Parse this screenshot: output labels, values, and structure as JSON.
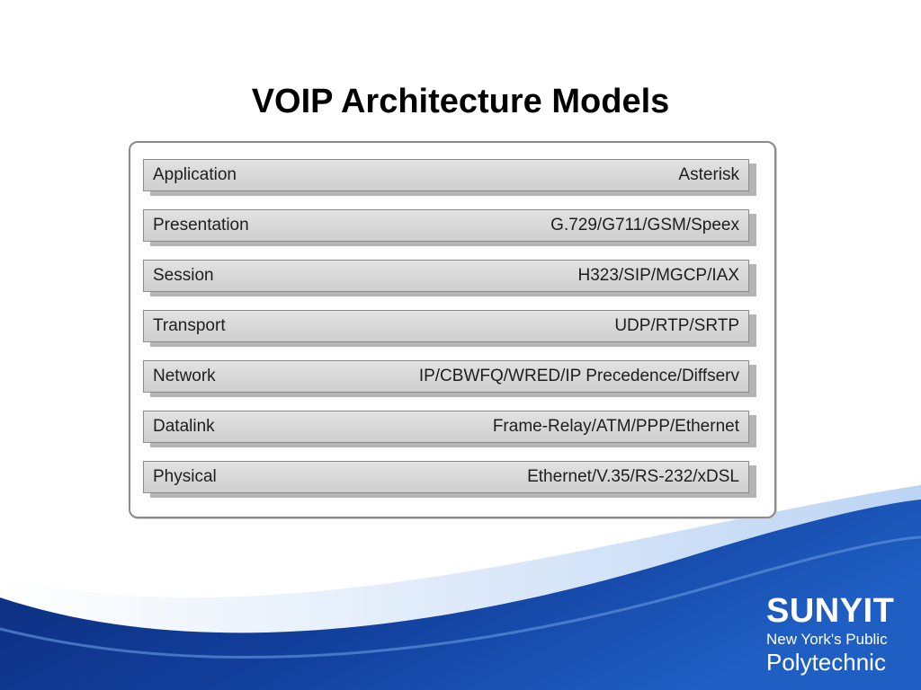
{
  "title": "VOIP Architecture Models",
  "layers": [
    {
      "name": "Application",
      "protocols": "Asterisk"
    },
    {
      "name": "Presentation",
      "protocols": "G.729/G711/GSM/Speex"
    },
    {
      "name": "Session",
      "protocols": "H323/SIP/MGCP/IAX"
    },
    {
      "name": "Transport",
      "protocols": "UDP/RTP/SRTP"
    },
    {
      "name": "Network",
      "protocols": "IP/CBWFQ/WRED/IP Precedence/Diffserv"
    },
    {
      "name": "Datalink",
      "protocols": "Frame-Relay/ATM/PPP/Ethernet"
    },
    {
      "name": "Physical",
      "protocols": "Ethernet/V.35/RS-232/xDSL"
    }
  ],
  "logo": {
    "main": "SUNYIT",
    "sub": "New York's Public",
    "tagline": "Polytechnic"
  },
  "colors": {
    "swoosh_dark": "#0b2a78",
    "swoosh_mid": "#1f5fc4",
    "swoosh_light": "#8fb8ec"
  }
}
